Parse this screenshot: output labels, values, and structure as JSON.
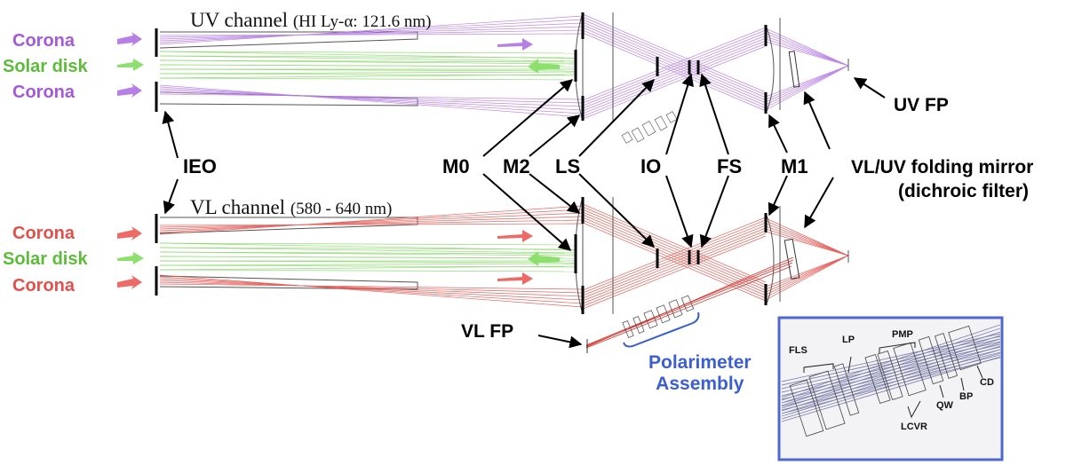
{
  "uv_channel": {
    "name": "UV channel",
    "spec": "(HI Ly-α: 121.6 nm)"
  },
  "vl_channel": {
    "name": "VL channel",
    "spec": "(580 - 640 nm)"
  },
  "sources": {
    "corona": "Corona",
    "solar_disk": "Solar disk"
  },
  "labels": {
    "ieo": "IEO",
    "m0": "M0",
    "m2": "M2",
    "ls": "LS",
    "io": "IO",
    "fs": "FS",
    "m1": "M1",
    "folding_mirror_line1": "VL/UV folding mirror",
    "folding_mirror_line2": "(dichroic filter)",
    "uv_fp": "UV FP",
    "vl_fp": "VL FP"
  },
  "polarimeter": {
    "line1": "Polarimeter",
    "line2": "Assembly"
  },
  "inset_labels": {
    "fls": "FLS",
    "lp": "LP",
    "pmp": "PMP",
    "lcvr": "LCVR",
    "qw": "QW",
    "bp": "BP",
    "cd": "CD"
  },
  "colors": {
    "uv": "#a45ad8",
    "uv_arrow": "#b77fe6",
    "vl": "#e2504a",
    "vl_arrow": "#ee6a66",
    "disk": "#6fce4a",
    "disk_arrow": "#8ee06e",
    "inset_border": "#4f68d0",
    "polarimeter_text": "#3c5fd0"
  }
}
